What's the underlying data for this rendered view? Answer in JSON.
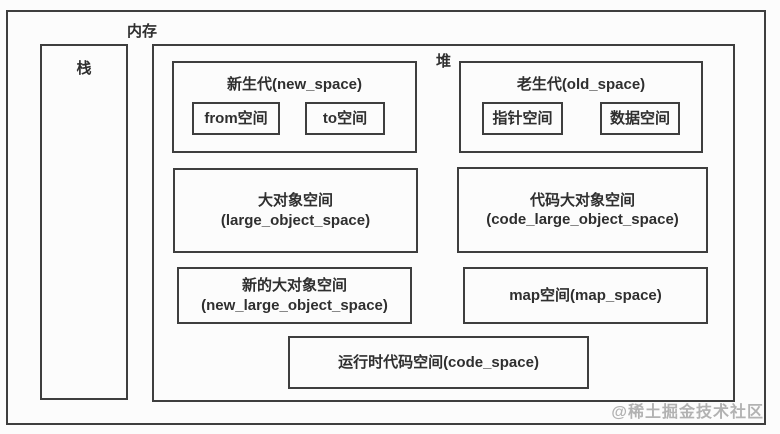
{
  "memory_label": "内存",
  "stack_label": "栈",
  "heap_label": "堆",
  "boxes": {
    "new_space": {
      "title": "新生代(new_space)"
    },
    "from_space": {
      "label": "from空间"
    },
    "to_space": {
      "label": "to空间"
    },
    "old_space": {
      "title": "老生代(old_space)"
    },
    "pointer_space": {
      "label": "指针空间"
    },
    "data_space": {
      "label": "数据空间"
    },
    "large_object_space": {
      "line1": "大对象空间",
      "line2": "(large_object_space)"
    },
    "code_large_object_space": {
      "line1": "代码大对象空间",
      "line2": "(code_large_object_space)"
    },
    "new_large_object_space": {
      "line1": "新的大对象空间",
      "line2": "(new_large_object_space)"
    },
    "map_space": {
      "label": "map空间(map_space)"
    },
    "code_space": {
      "label": "运行时代码空间(code_space)"
    }
  },
  "watermark": "@稀土掘金技术社区",
  "colors": {
    "border": "#3e3e3e",
    "text": "#2f2f2f",
    "watermark": "#b2b2b2",
    "background": "#fcfcfc"
  }
}
